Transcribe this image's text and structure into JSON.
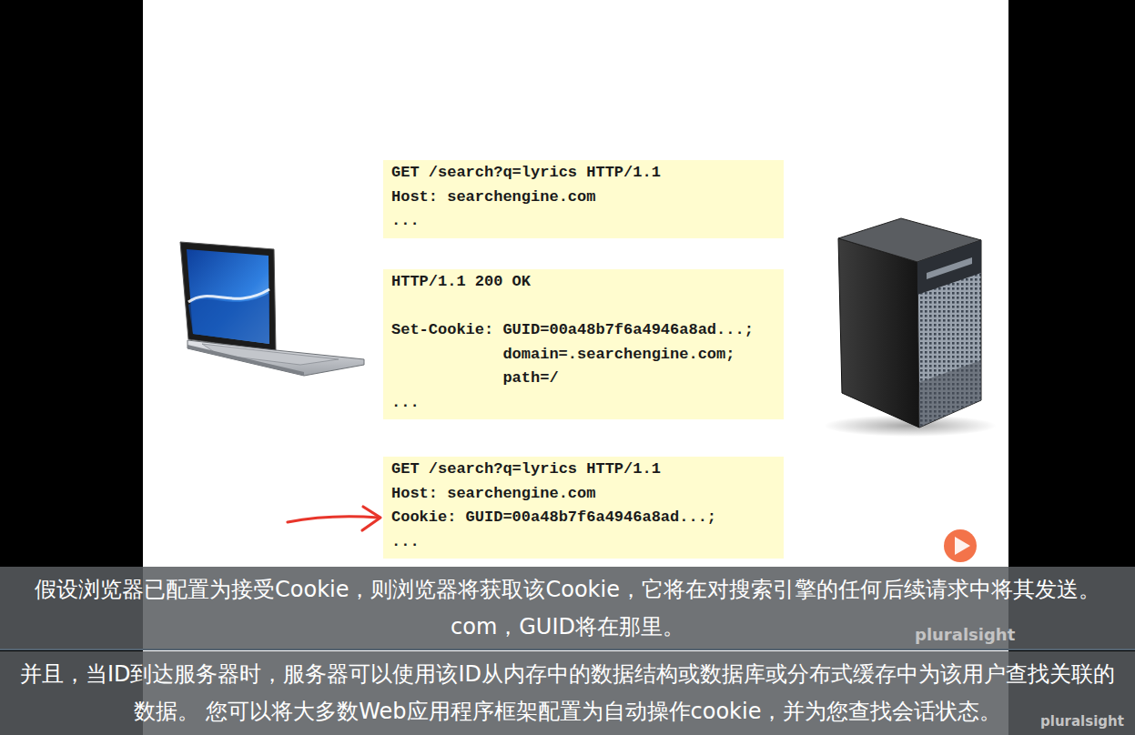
{
  "diagram": {
    "nodes": [
      {
        "text": [
          "GET /search?q=lyrics HTTP/1.1",
          "Host: searchengine.com",
          "..."
        ]
      },
      {
        "text": [
          "HTTP/1.1 200 OK",
          "Set-Cookie: GUID=00a48b7f6a4946a8ad...;",
          "domain=.searchengine.com;",
          "path=/",
          "..."
        ]
      },
      {
        "text": [
          "GET /search?q=lyrics HTTP/1.1",
          "Host: searchengine.com",
          "Cookie: GUID=00a48b7f6a4946a8ad...;",
          "..."
        ]
      },
      {
        "text": [
          "假设浏览器已配置为接受Cookie，则浏览器将获取该Cookie，它将在对搜索引擎的任何后续请求中将其发送。 com，GUID将在那里。"
        ]
      },
      {
        "text": [
          "并且，当ID到达服务器时，服务器可以使用该ID从内存中的数据结构或数据库或分布式缓存中为该用户查找关联的 数据。 您可以将大多数Web应用程序框架配置为自动操作cookie，并为您查找会话状态。"
        ]
      }
    ],
    "labels": [
      "pluralsight",
      "pluralsight"
    ]
  }
}
